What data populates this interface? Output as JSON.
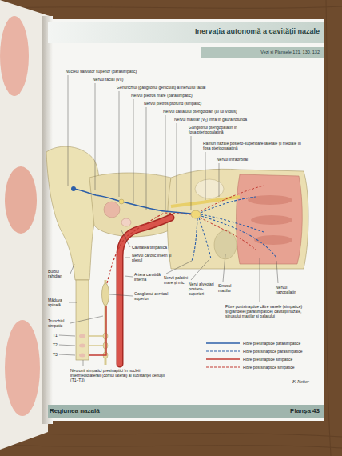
{
  "diagram": {
    "title": "Inervația autonomă a cavității nazale",
    "labels": [
      "Vezi și Planșele 121, 130, 132",
      "Nucleul salivator superior (parasimpatic)",
      "Nervul facial (VII)",
      "Genunchiul (ganglionul geniculat) al nervului facial",
      "Nervul pietros mare (parasimpatic)",
      "Nervul pietros profund (simpatic)",
      "Nervul canalului pterigoidian (al lui Vidius)",
      "Nervul maxilar (V₂) intră în gaura rotundă",
      "Ganglionul pterigopalatin în fosa pterigopalatină",
      "Ramuri nazale postero-superioare laterale și mediale în fosa pterigopalatină",
      "Nervul infraorbital",
      "Cavitatea timpanică",
      "Nervul carotic intern și plexul",
      "Artera carotidă internă",
      "Ganglionul cervical superior",
      "Nervii palatini mare și mic",
      "Nervi alveolari postero-superiori",
      "Sinusul maxilar",
      "Nervul nazopalatin",
      "Bulbul rahidian",
      "Măduva spinală",
      "Trunchiul simpatic",
      "T1",
      "T2",
      "T3",
      "Neuronii simpatici presinaptici în nucleii intermediolaterali (cornul lateral) ai substanței cenușii (T1–T3)",
      "Fibre postsinaptice către vasele (simpatice) și glandele (parasimpatice) cavității nazale, sinusului maxilar și palatului",
      "F. Netter",
      "Regiunea nazală",
      "Planșa 43"
    ],
    "legend": [
      {
        "text": "Fibre presinaptice parasimpatice"
      },
      {
        "text": "Fibre postsinaptice parasimpatice"
      },
      {
        "text": "Fibre presinaptice simpatice"
      },
      {
        "text": "Fibre postsinaptice simpatice"
      }
    ]
  }
}
